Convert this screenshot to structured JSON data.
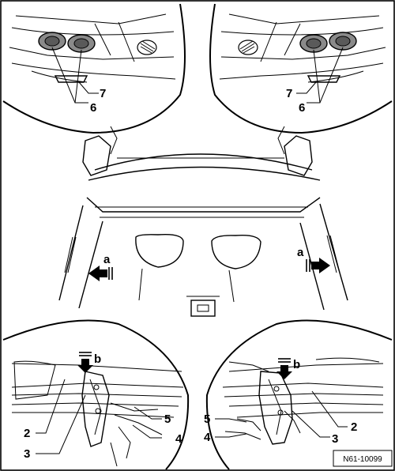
{
  "figure_code": "N61-10099",
  "callouts": {
    "c2_left": "2",
    "c3_left": "3",
    "c4_left": "4",
    "c5_left": "5",
    "c2_right": "2",
    "c3_right": "3",
    "c4_right": "4",
    "c5_right": "5",
    "c6_left": "6",
    "c7_left": "7",
    "c6_right": "6",
    "c7_right": "7"
  },
  "arrow_labels": {
    "a_left": "a",
    "a_right": "a",
    "b_left": "b",
    "b_right": "b"
  },
  "colors": {
    "ink": "#000000",
    "fill_grey": "#8a8a8a",
    "light_grey": "#d0d0d0"
  }
}
